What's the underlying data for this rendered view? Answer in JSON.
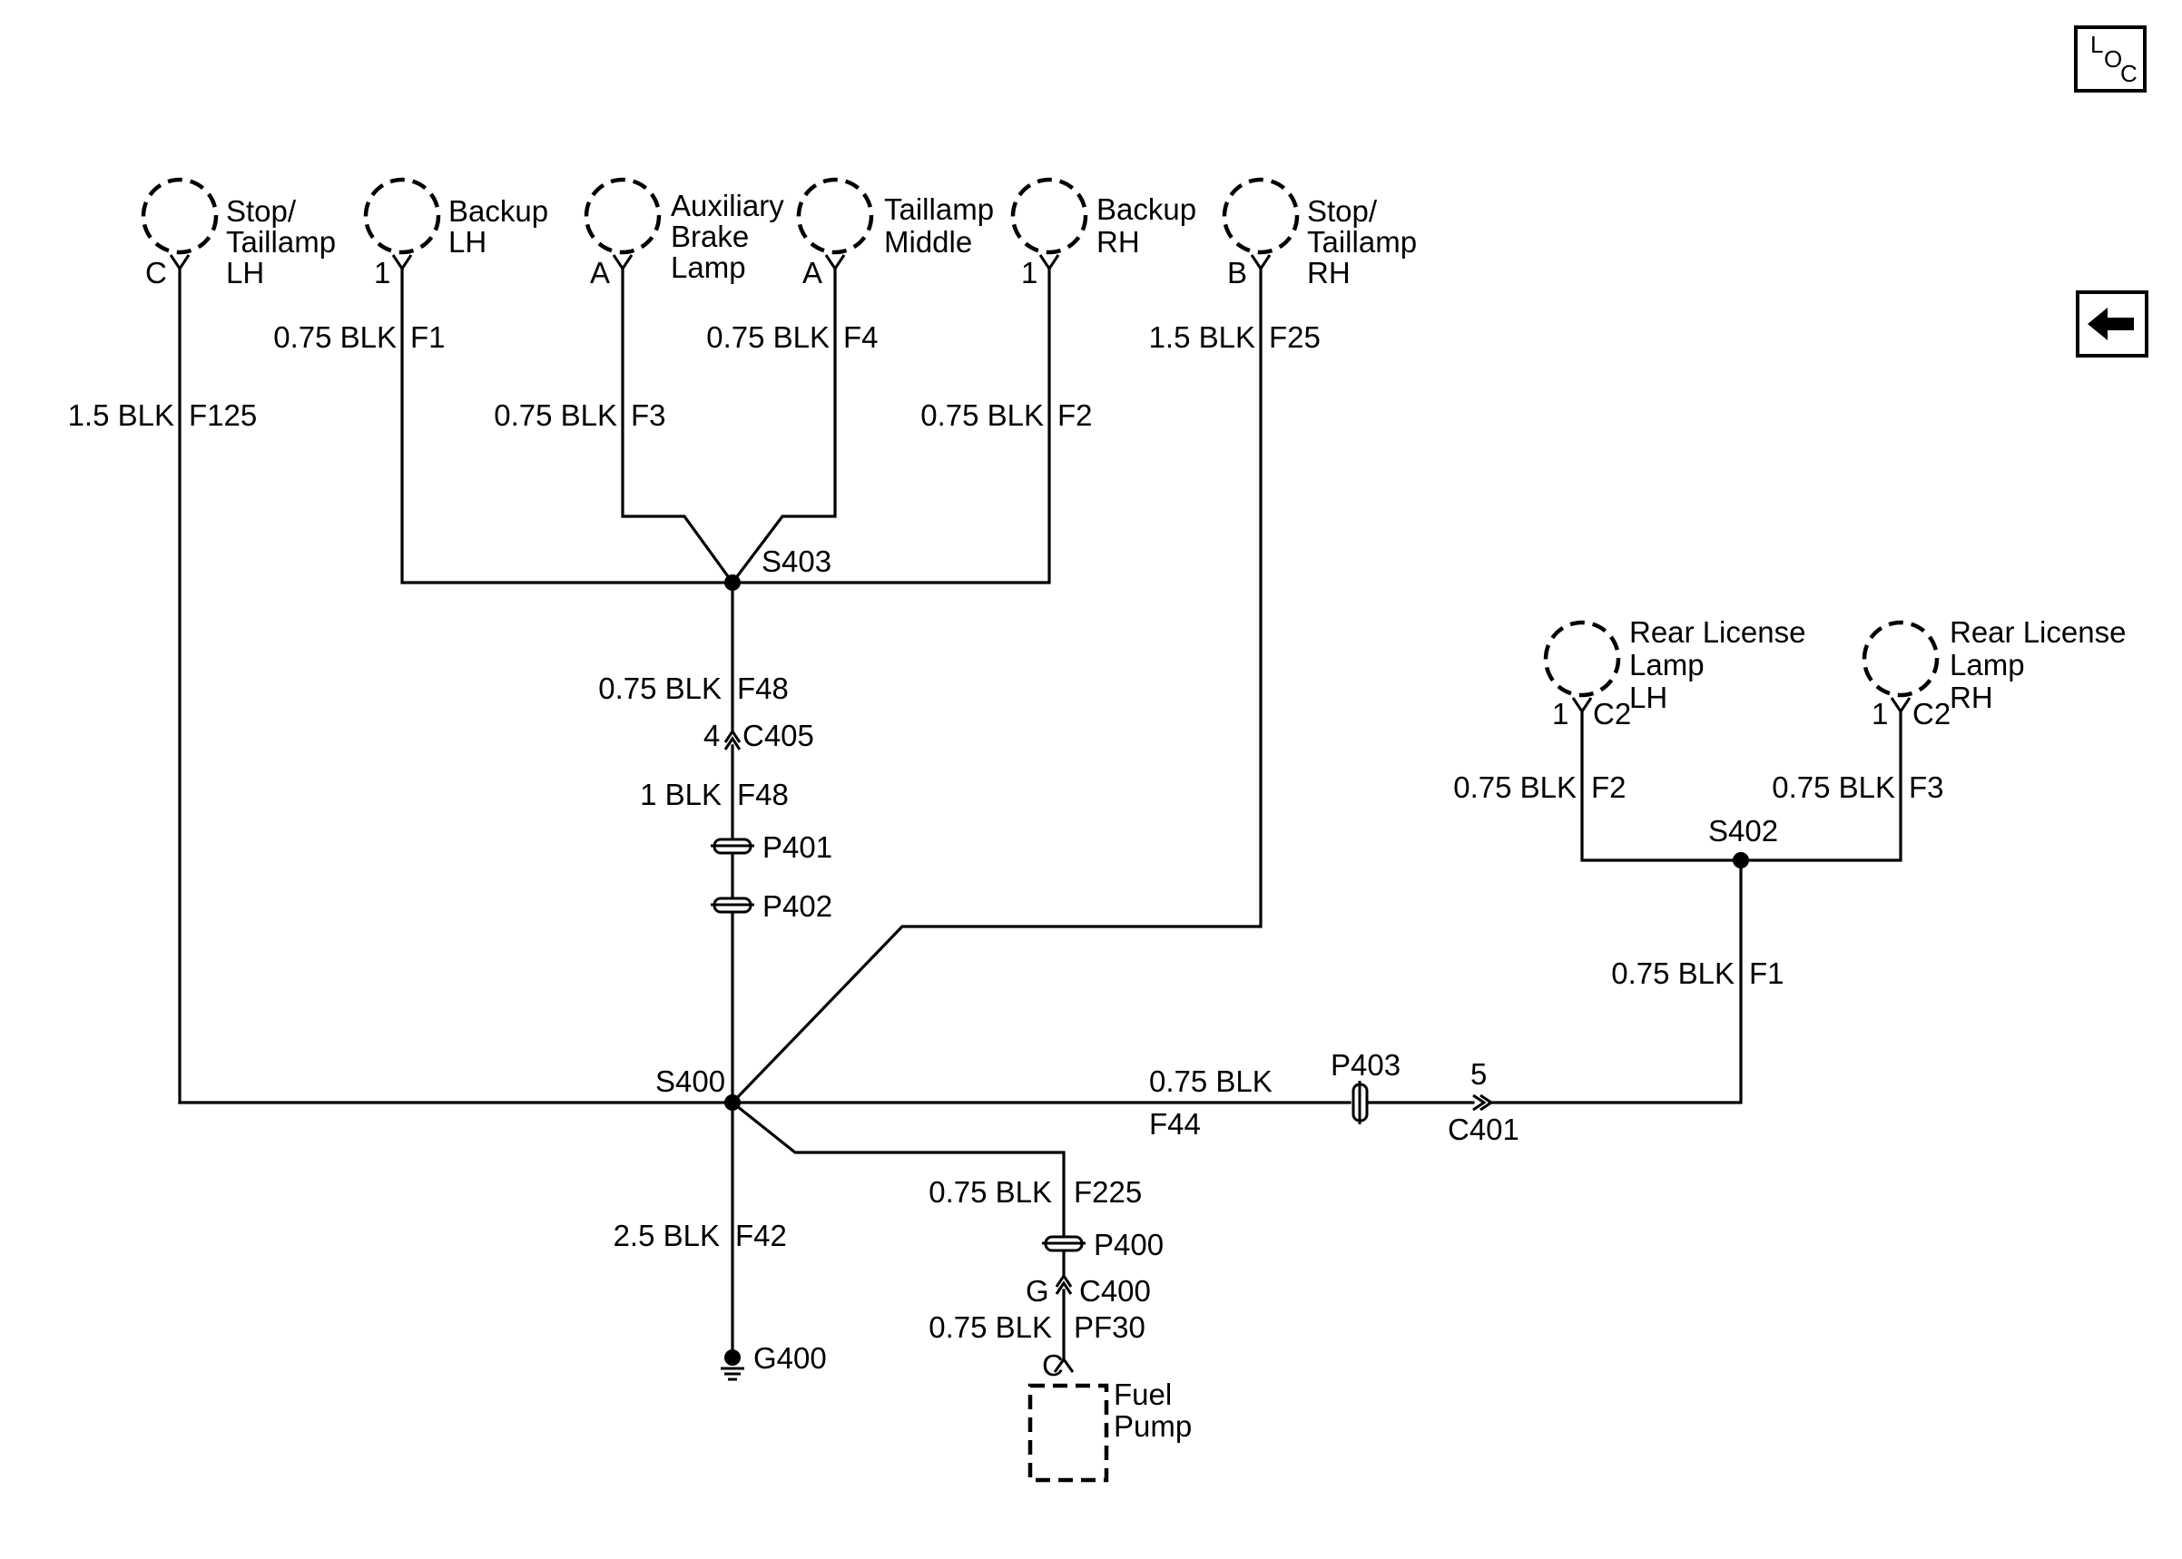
{
  "nav": {
    "loc_button": {
      "l": "L",
      "o": "O",
      "c": "C"
    },
    "back_icon": "left-arrow-icon"
  },
  "components": {
    "stop_taillamp_lh": {
      "line1": "Stop/",
      "line2": "Taillamp",
      "line3": "LH",
      "pin": "C"
    },
    "backup_lh": {
      "line1": "Backup",
      "line2": "LH",
      "pin": "1"
    },
    "aux_brake_lamp": {
      "line1": "Auxiliary",
      "line2": "Brake",
      "line3": "Lamp",
      "pin": "A"
    },
    "taillamp_middle": {
      "line1": "Taillamp",
      "line2": "Middle",
      "pin": "A"
    },
    "backup_rh": {
      "line1": "Backup",
      "line2": "RH",
      "pin": "1"
    },
    "stop_taillamp_rh": {
      "line1": "Stop/",
      "line2": "Taillamp",
      "line3": "RH",
      "pin": "B"
    },
    "license_lh": {
      "line1": "Rear License",
      "line2": "Lamp",
      "line3": "LH",
      "pin": "1",
      "connector": "C2"
    },
    "license_rh": {
      "line1": "Rear License",
      "line2": "Lamp",
      "line3": "RH",
      "pin": "1",
      "connector": "C2"
    },
    "fuel_pump": {
      "line1": "Fuel",
      "line2": "Pump",
      "pin": "C"
    }
  },
  "wires": {
    "f125": {
      "gauge": "1.5 BLK",
      "circuit": "F125"
    },
    "f1_backup": {
      "gauge": "0.75 BLK",
      "circuit": "F1"
    },
    "f3_aux": {
      "gauge": "0.75 BLK",
      "circuit": "F3"
    },
    "f4_middle": {
      "gauge": "0.75 BLK",
      "circuit": "F4"
    },
    "f2_backup": {
      "gauge": "0.75 BLK",
      "circuit": "F2"
    },
    "f25": {
      "gauge": "1.5 BLK",
      "circuit": "F25"
    },
    "f48_upper": {
      "gauge": "0.75 BLK",
      "circuit": "F48"
    },
    "f48_lower": {
      "gauge": "1 BLK",
      "circuit": "F48"
    },
    "f2_license": {
      "gauge": "0.75 BLK",
      "circuit": "F2"
    },
    "f3_license": {
      "gauge": "0.75 BLK",
      "circuit": "F3"
    },
    "f1_license": {
      "gauge": "0.75 BLK",
      "circuit": "F1"
    },
    "f44": {
      "gauge": "0.75 BLK",
      "circuit": "F44"
    },
    "f225": {
      "gauge": "0.75 BLK",
      "circuit": "F225"
    },
    "f42": {
      "gauge": "2.5 BLK",
      "circuit": "F42"
    },
    "pf30": {
      "gauge": "0.75 BLK",
      "circuit": "PF30"
    }
  },
  "splices": {
    "s403": "S403",
    "s400": "S400",
    "s402": "S402"
  },
  "connectors": {
    "c405": {
      "pin": "4",
      "name": "C405"
    },
    "c401": {
      "pin": "5",
      "name": "C401"
    },
    "c400": {
      "pin": "G",
      "name": "C400"
    }
  },
  "pass_throughs": {
    "p401": "P401",
    "p402": "P402",
    "p403": "P403",
    "p400": "P400"
  },
  "ground": {
    "g400": "G400"
  }
}
